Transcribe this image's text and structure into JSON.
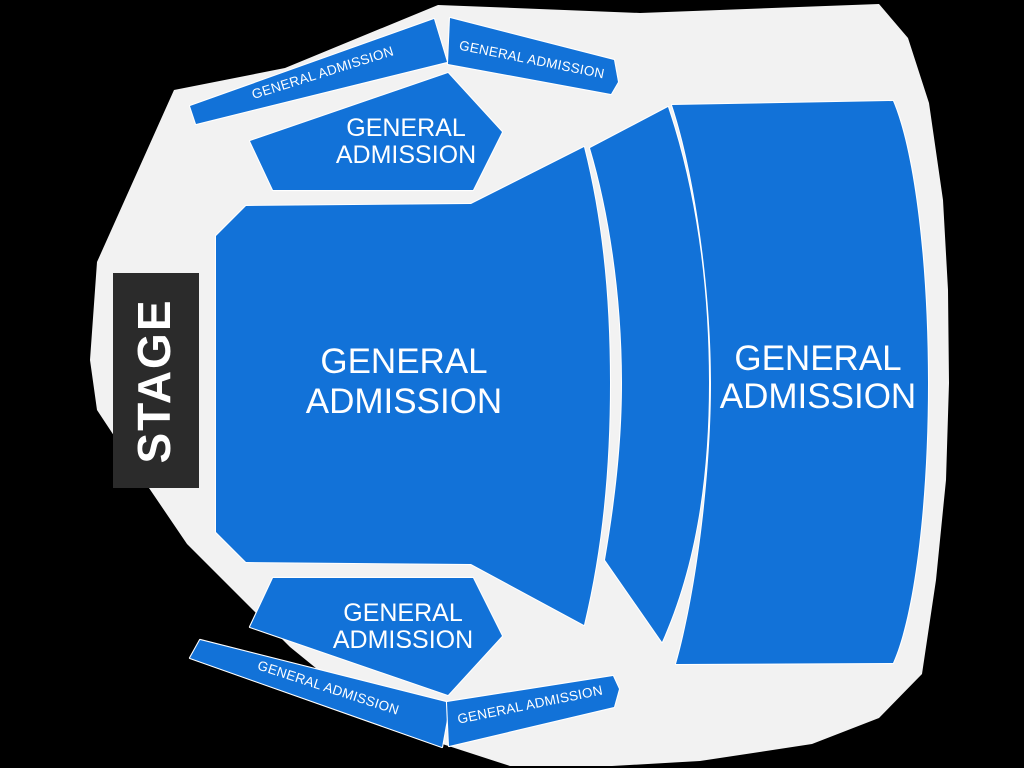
{
  "colors": {
    "background": "#000000",
    "footprint": "#f2f2f2",
    "section_fill": "#1272d8",
    "section_outline": "#ffffff",
    "stage_bg": "#2b2b2b",
    "label_text": "#ffffff"
  },
  "stage": {
    "label": "STAGE"
  },
  "sections": {
    "top_left_strip": {
      "label": "GENERAL ADMISSION"
    },
    "top_right_strip": {
      "label": "GENERAL ADMISSION"
    },
    "upper_balcony": {
      "line1": "GENERAL",
      "line2": "ADMISSION"
    },
    "main_floor": {
      "line1": "GENERAL",
      "line2": "ADMISSION"
    },
    "right_bowl": {
      "line1": "GENERAL",
      "line2": "ADMISSION"
    },
    "lower_balcony": {
      "line1": "GENERAL",
      "line2": "ADMISSION"
    },
    "bottom_left_strip": {
      "label": "GENERAL ADMISSION"
    },
    "bottom_right_strip": {
      "label": "GENERAL ADMISSION"
    }
  }
}
